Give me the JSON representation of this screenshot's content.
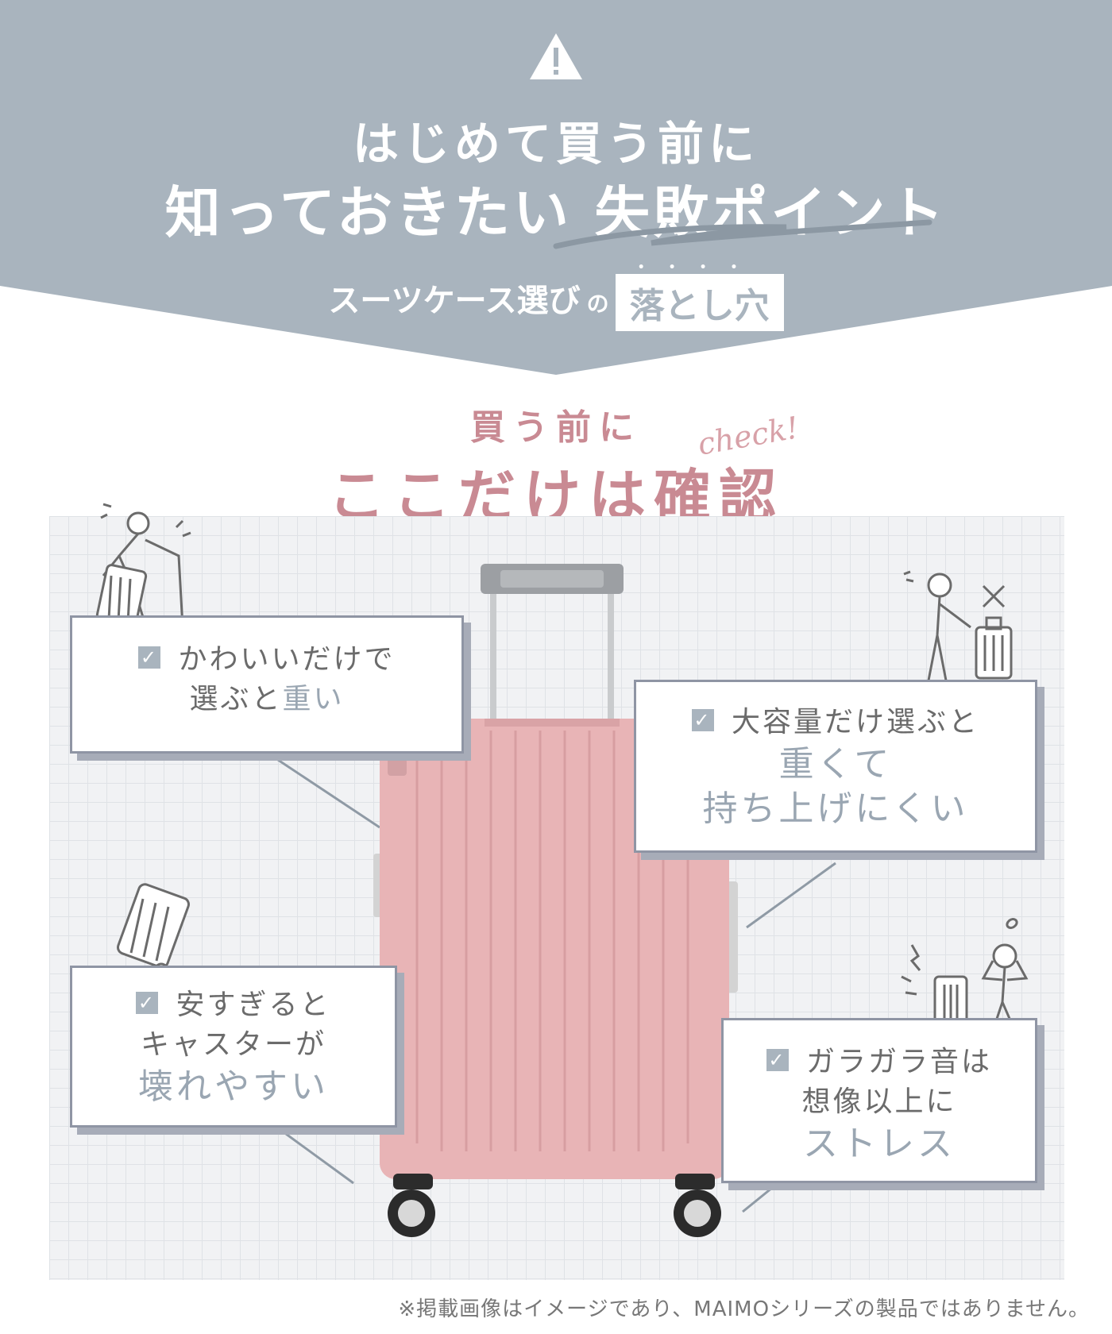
{
  "header": {
    "warning_icon": "warning-triangle-icon",
    "title_line1": "はじめて買う前に",
    "title_line2": "知っておきたい 失敗ポイント",
    "subtitle_prefix": "スーツケース選び",
    "subtitle_particle": "の",
    "subtitle_highlight": "落とし穴",
    "banner_color": "#a9b4be"
  },
  "check_section": {
    "small_heading": "買う前に",
    "main_heading": "ここだけは確認",
    "script_text": "check!",
    "heading_color": "#c98a93"
  },
  "cards": [
    {
      "lines": [
        "かわいいだけで",
        "選ぶと"
      ],
      "accent": "重い"
    },
    {
      "lines": [
        "大容量だけ選ぶと"
      ],
      "accent_lines": [
        "重くて",
        "持ち上げにくい"
      ]
    },
    {
      "lines": [
        "安すぎると",
        "キャスターが"
      ],
      "accent": "壊れやすい"
    },
    {
      "lines": [
        "ガラガラ音は",
        "想像以上に"
      ],
      "accent": "ストレス"
    }
  ],
  "check_icon": "checkbox-check-icon",
  "product": {
    "suitcase_color": "#e8b4b6"
  },
  "footnote": "※掲載画像はイメージであり、MAIMOシリーズの製品ではありません。"
}
